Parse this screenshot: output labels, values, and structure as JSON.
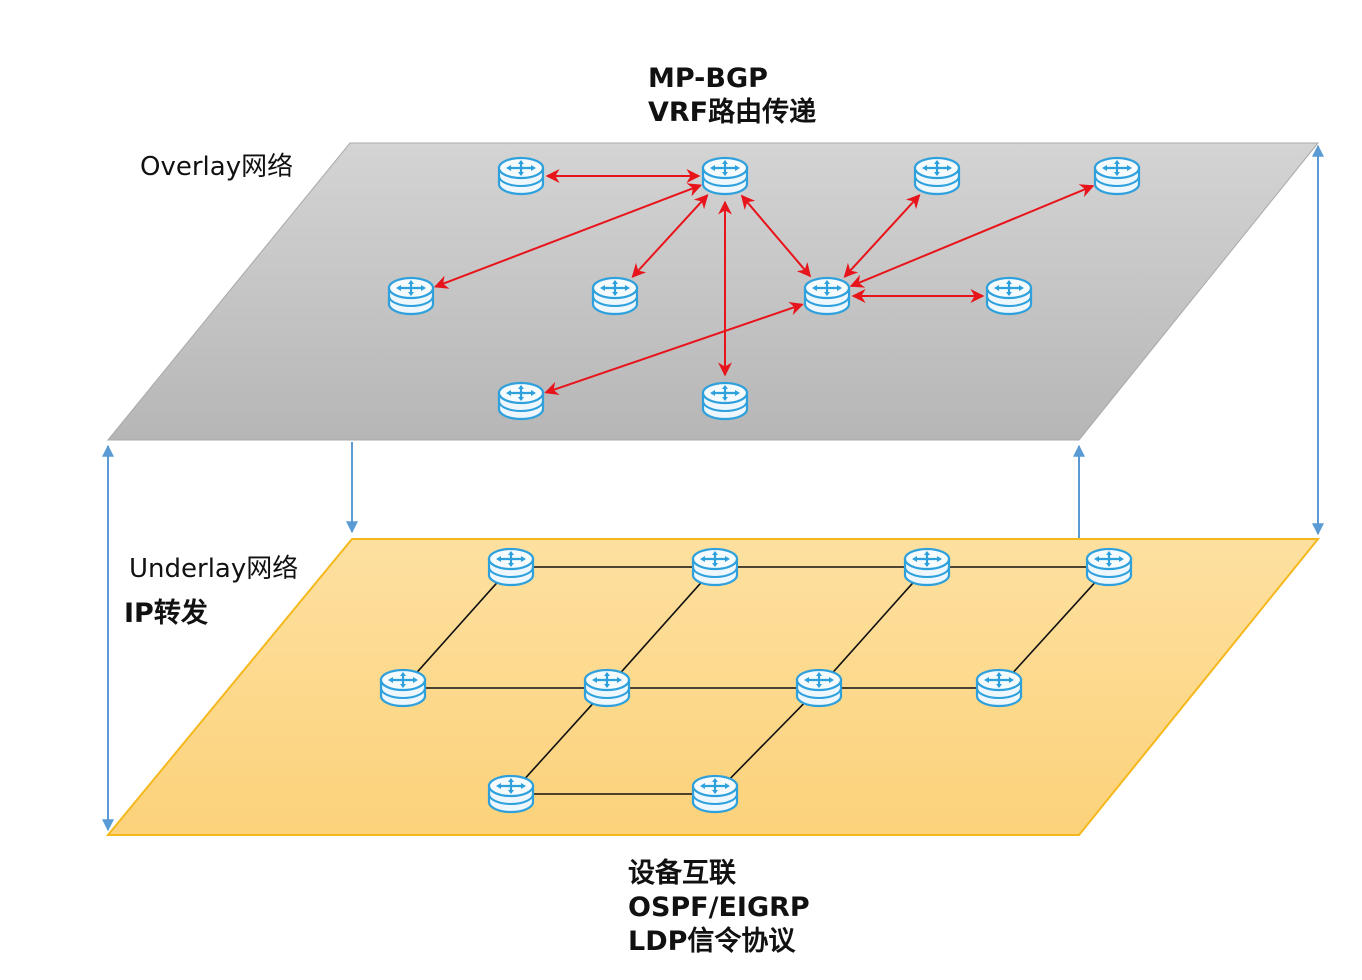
{
  "overlay": {
    "name": "Overlay网络",
    "protocol_lines": [
      "MP-BGP",
      "VRF路由传递"
    ],
    "fill_top": "#d2d2d2",
    "fill_bottom": "#b8b8b8",
    "link_color": "#e8141b",
    "routers": [
      "o1",
      "o2",
      "o3",
      "o4",
      "o5",
      "o6",
      "o7",
      "o8",
      "o9",
      "o10"
    ],
    "links": [
      [
        "o1",
        "o2"
      ],
      [
        "o2",
        "o5"
      ],
      [
        "o2",
        "o6"
      ],
      [
        "o2",
        "o7"
      ],
      [
        "o2",
        "o10"
      ],
      [
        "o7",
        "o3"
      ],
      [
        "o7",
        "o4"
      ],
      [
        "o7",
        "o8"
      ],
      [
        "o7",
        "o9"
      ]
    ]
  },
  "underlay": {
    "name": "Underlay网络",
    "forwarding": "IP转发",
    "protocol_lines": [
      "设备互联",
      "OSPF/EIGRP",
      "LDP信令协议"
    ],
    "fill": "#fdd98c",
    "border": "#f5b81c",
    "link_color": "#111111",
    "routers": [
      "u1",
      "u2",
      "u3",
      "u4",
      "u5",
      "u6",
      "u7",
      "u8",
      "u9",
      "u10"
    ],
    "links": [
      [
        "u1",
        "u2"
      ],
      [
        "u2",
        "u3"
      ],
      [
        "u3",
        "u4"
      ],
      [
        "u5",
        "u6"
      ],
      [
        "u6",
        "u7"
      ],
      [
        "u7",
        "u8"
      ],
      [
        "u9",
        "u10"
      ],
      [
        "u1",
        "u5"
      ],
      [
        "u2",
        "u6"
      ],
      [
        "u3",
        "u7"
      ],
      [
        "u4",
        "u8"
      ],
      [
        "u6",
        "u9"
      ],
      [
        "u7",
        "u10"
      ]
    ]
  },
  "connector_color": "#5b9bd5",
  "router_color": "#2ea0dc",
  "icons": {
    "router": "router-icon"
  }
}
